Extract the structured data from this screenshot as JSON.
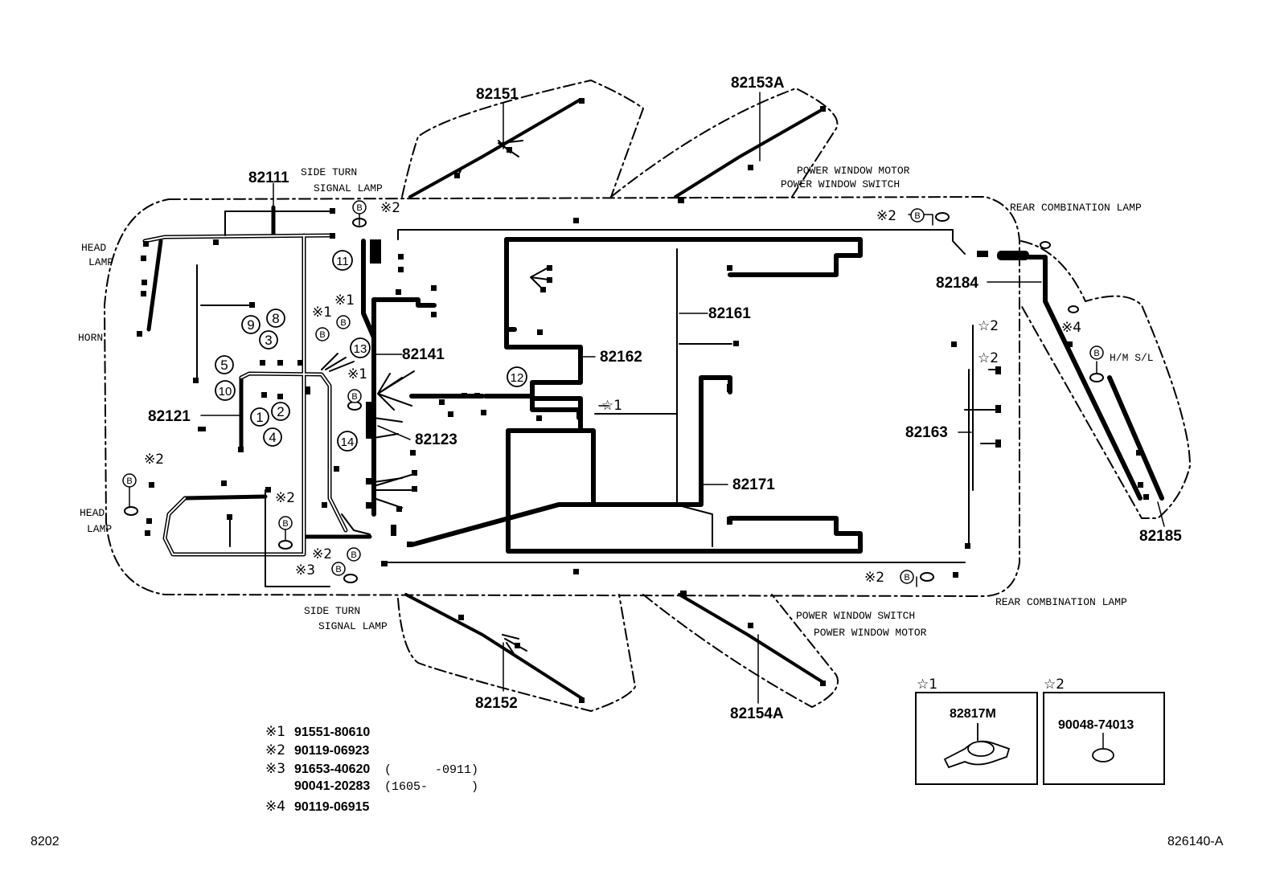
{
  "part_numbers": {
    "p82151": "82151",
    "p82153a": "82153A",
    "p82111": "82111",
    "p82121": "82121",
    "p82141": "82141",
    "p82123": "82123",
    "p82162": "82162",
    "p82161": "82161",
    "p82171": "82171",
    "p82163": "82163",
    "p82184": "82184",
    "p82185": "82185",
    "p82152": "82152",
    "p82154a": "82154A"
  },
  "component_labels": {
    "side_turn_top_1": "SIDE TURN",
    "side_turn_top_2": "SIGNAL LAMP",
    "pw_motor_top": "POWER WINDOW MOTOR",
    "pw_switch_top": "POWER WINDOW SWITCH",
    "rear_comb_top": "REAR COMBINATION LAMP",
    "head_lamp_top_1": "HEAD",
    "head_lamp_top_2": "LAMP",
    "horn": "HORN",
    "head_lamp_bot_1": "HEAD",
    "head_lamp_bot_2": "LAMP",
    "side_turn_bot_1": "SIDE TURN",
    "side_turn_bot_2": "SIGNAL LAMP",
    "pw_switch_bot": "POWER WINDOW SWITCH",
    "pw_motor_bot": "POWER WINDOW MOTOR",
    "rear_comb_bot": "REAR COMBINATION LAMP",
    "hm_sl": "H/M S/L"
  },
  "callouts": {
    "c1": "1",
    "c2": "2",
    "c3": "3",
    "c4": "4",
    "c5": "5",
    "c8": "8",
    "c9": "9",
    "c10": "10",
    "c11": "11",
    "c12": "12",
    "c13": "13",
    "c14": "14"
  },
  "markers": {
    "k1": "※1",
    "k2": "※2",
    "k3": "※3",
    "k4": "※4",
    "s1": "☆1",
    "s2": "☆2",
    "bolt": "B"
  },
  "legend": {
    "items": [
      {
        "mark": "※1",
        "part": "91551-80610",
        "note": ""
      },
      {
        "mark": "※2",
        "part": "90119-06923",
        "note": ""
      },
      {
        "mark": "※3",
        "part": "91653-40620",
        "note": "(      -0911)"
      },
      {
        "mark": "",
        "part": "90041-20283",
        "note": "(1605-      )"
      },
      {
        "mark": "※4",
        "part": "90119-06915",
        "note": ""
      }
    ],
    "box1_mark": "☆1",
    "box1_part": "82817M",
    "box2_mark": "☆2",
    "box2_part": "90048-74013"
  },
  "footer": {
    "left": "8202",
    "right": "826140-A"
  }
}
